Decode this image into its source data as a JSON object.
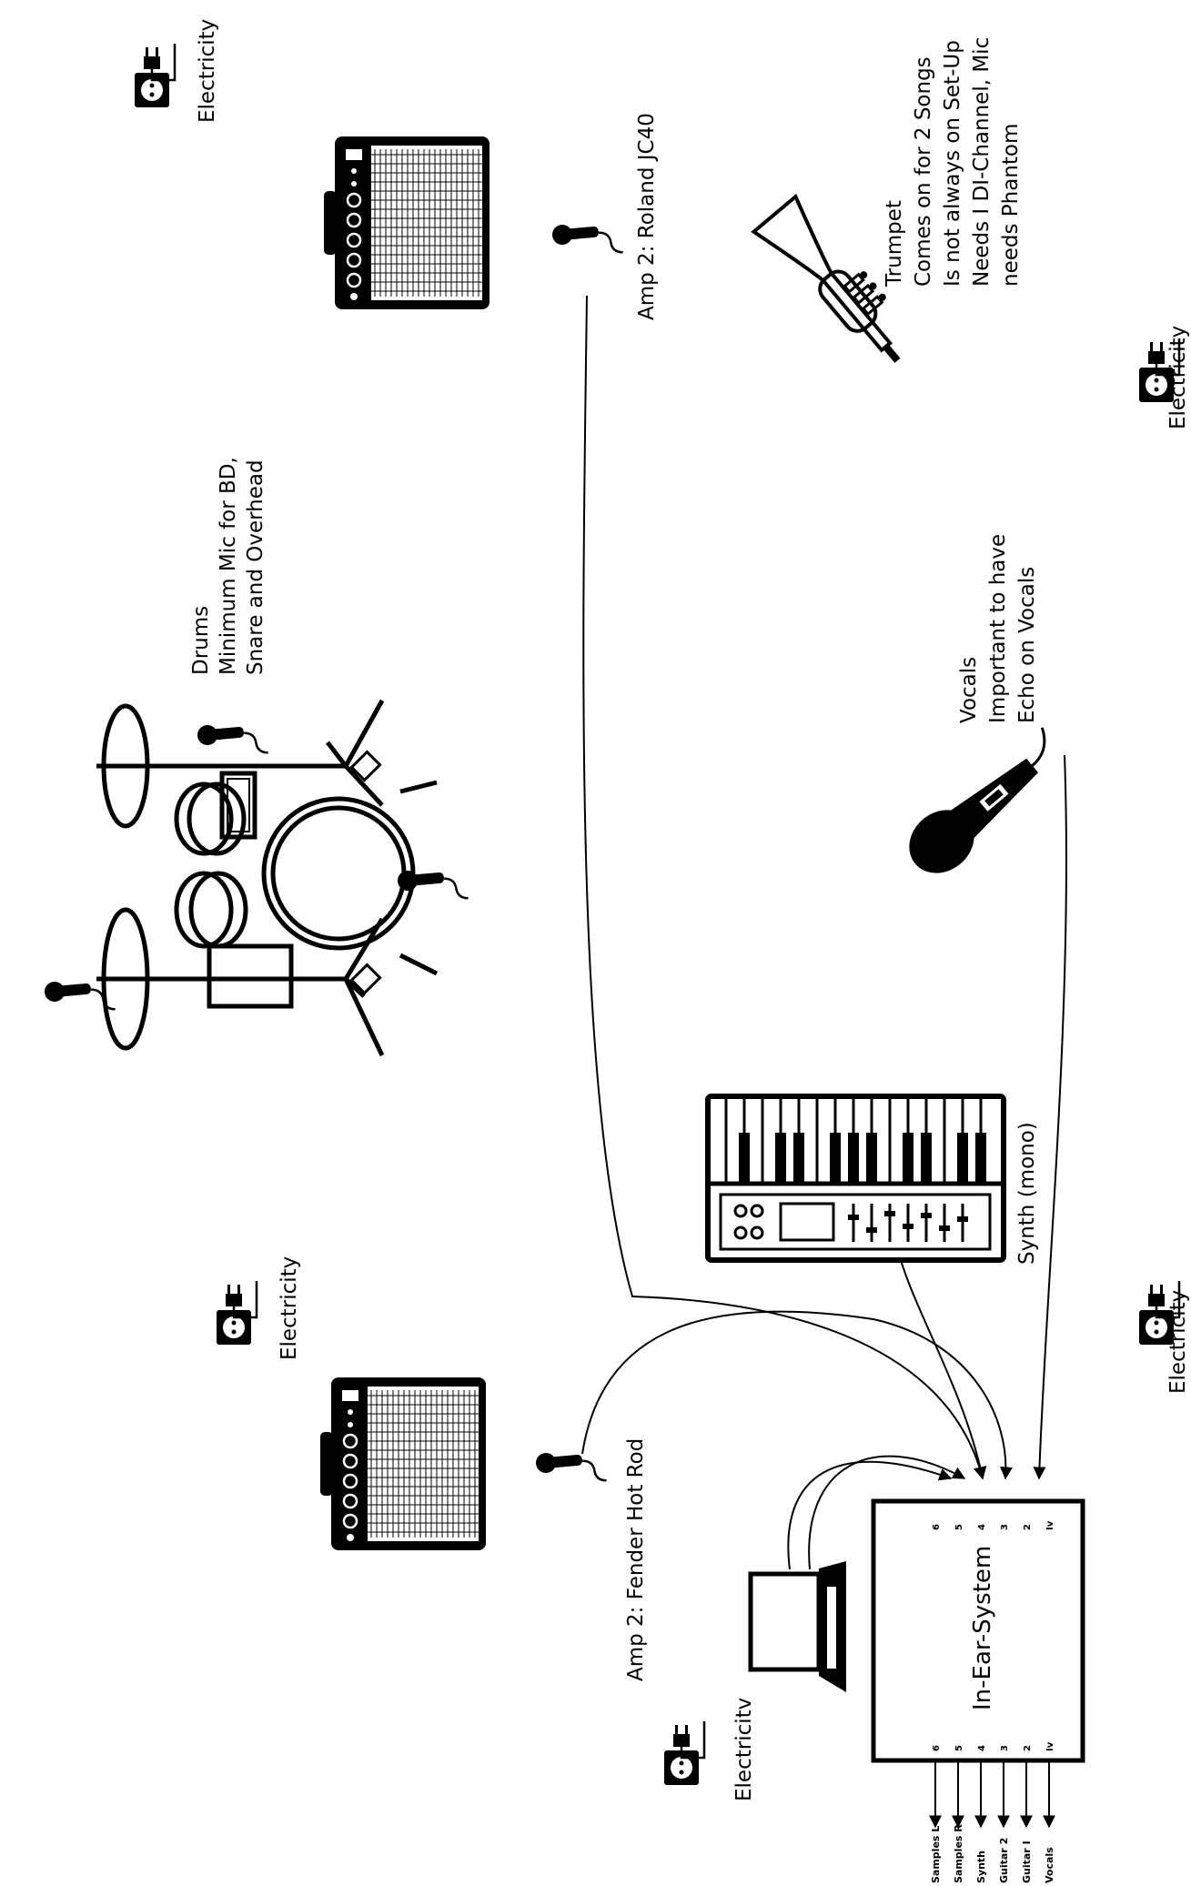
{
  "electricity_label": "Electricity",
  "electricity_label_alt": "Electricitv",
  "amp_right": "Amp 2: Roland JC40",
  "amp_left": "Amp 2: Fender Hot Rod",
  "drums": {
    "title": "Drums",
    "line1": "Minimum Mic for BD,",
    "line2": "Snare and Overhead"
  },
  "trumpet": {
    "title": "Trumpet",
    "line1": "Comes on for 2 Songs",
    "line2": "Is not always on Set-Up",
    "line3": "Needs I DI-Channel, Mic",
    "line4": "needs Phantom"
  },
  "vocals": {
    "title": "Vocals",
    "line1": "Important to have",
    "line2": "Echo on Vocals"
  },
  "synth_label": "Synth (mono)",
  "in_ear": {
    "title": "In-Ear-System",
    "inputs": [
      "6",
      "5",
      "4",
      "3",
      "2",
      "Iv"
    ],
    "outputs": [
      "6",
      "5",
      "4",
      "3",
      "2",
      "Iv"
    ]
  },
  "outputs": [
    "Samples L",
    "Samples R",
    "Synth",
    "Guitar 2",
    "Guitar I",
    "Vocals"
  ]
}
